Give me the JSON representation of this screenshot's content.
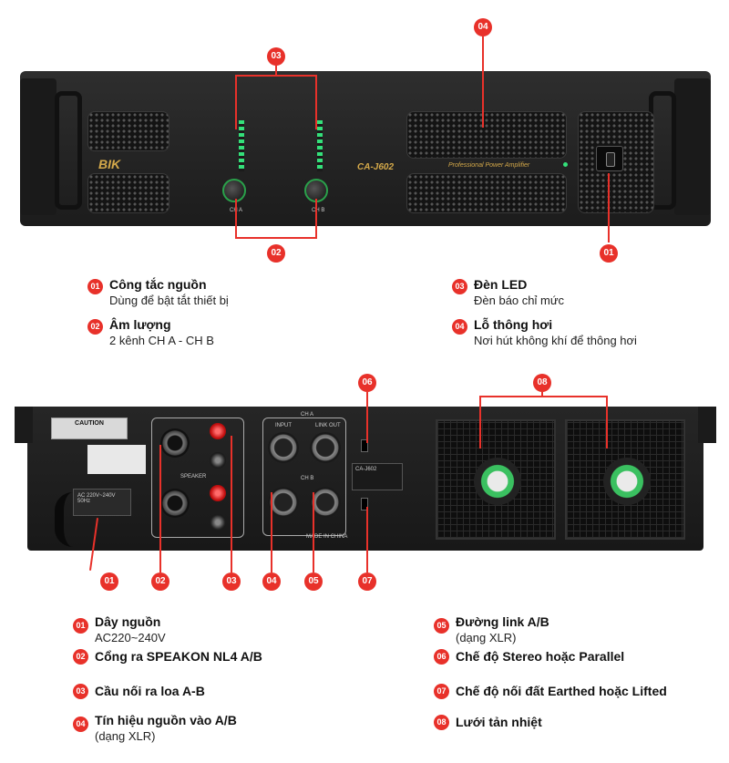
{
  "front": {
    "brand": "BIK",
    "model": "CA-J602",
    "tagline": "Professional Power Amplifier",
    "ch_a": "CH A",
    "ch_b": "CH B"
  },
  "back": {
    "caution": "CAUTION",
    "ch_a": "CH A",
    "ch_b": "CH B",
    "input": "INPUT",
    "link_out": "LINK OUT",
    "speaker": "SPEAKER",
    "made_in": "MADE IN CHINA",
    "power": "AC 220V~240V 50Hz",
    "model_plate": "CA-J602"
  },
  "front_markers": [
    {
      "num": "01"
    },
    {
      "num": "02"
    },
    {
      "num": "03"
    },
    {
      "num": "04"
    }
  ],
  "back_markers": [
    {
      "num": "01"
    },
    {
      "num": "02"
    },
    {
      "num": "03"
    },
    {
      "num": "04"
    },
    {
      "num": "05"
    },
    {
      "num": "06"
    },
    {
      "num": "07"
    },
    {
      "num": "08"
    }
  ],
  "front_legend": [
    {
      "num": "01",
      "title": "Công tắc nguồn",
      "desc": "Dùng để bật tắt thiết bị"
    },
    {
      "num": "02",
      "title": "Âm lượng",
      "desc": "2 kênh CH A - CH B"
    },
    {
      "num": "03",
      "title": "Đèn LED",
      "desc": "Đèn báo chỉ mức"
    },
    {
      "num": "04",
      "title": "Lỗ thông hơi",
      "desc": "Nơi hút không khí để thông hơi"
    }
  ],
  "back_legend": [
    {
      "num": "01",
      "title": "Dây nguồn",
      "desc": "AC220~240V"
    },
    {
      "num": "02",
      "title": "Cổng ra SPEAKON NL4 A/B",
      "desc": ""
    },
    {
      "num": "03",
      "title": "Cầu nối ra loa A-B",
      "desc": ""
    },
    {
      "num": "04",
      "title": "Tín hiệu nguồn vào A/B",
      "desc": "(dạng XLR)"
    },
    {
      "num": "05",
      "title": "Đường link A/B",
      "desc": "(dạng XLR)"
    },
    {
      "num": "06",
      "title": "Chế độ Stereo hoặc Parallel",
      "desc": ""
    },
    {
      "num": "07",
      "title": "Chế độ nối đất Earthed hoặc Lifted",
      "desc": ""
    },
    {
      "num": "08",
      "title": "Lưới tản nhiệt",
      "desc": ""
    }
  ],
  "colors": {
    "accent": "#e8312a",
    "led": "#34e07a",
    "body": "#1c1c1c"
  }
}
